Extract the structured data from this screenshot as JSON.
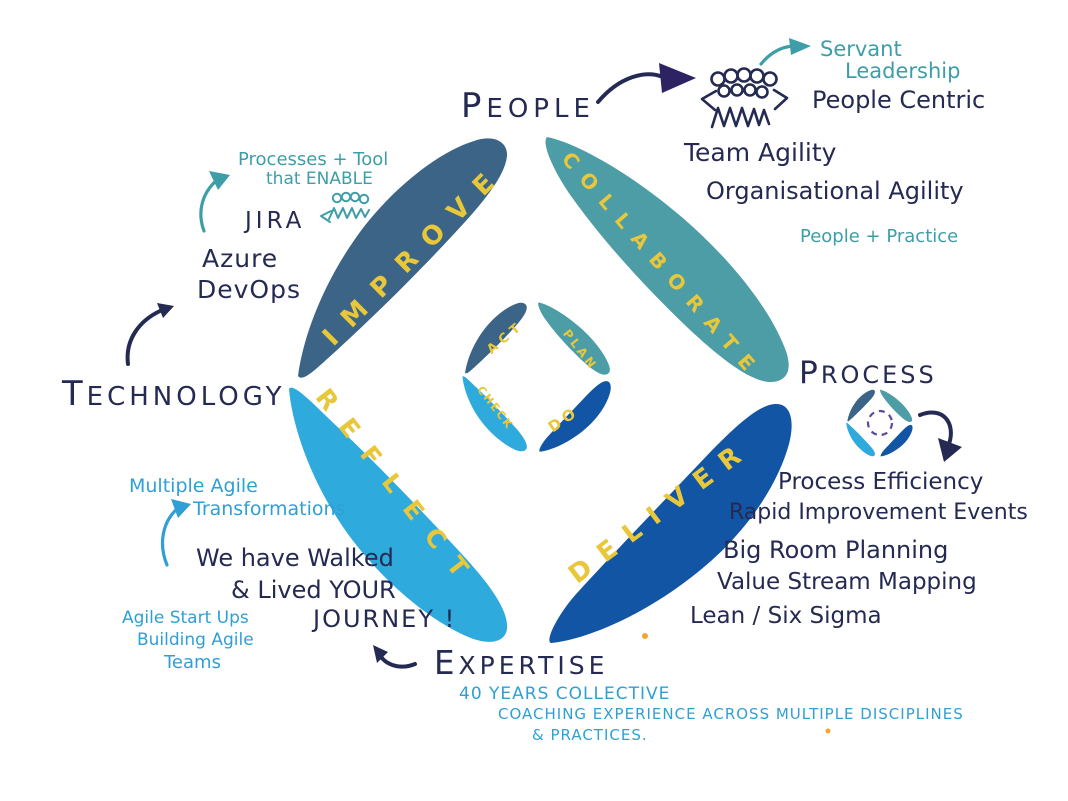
{
  "palette": {
    "ink_navy": "#252a52",
    "ink_teal": "#3d9ea8",
    "ink_light_blue": "#2f9fd6",
    "label_yellow": "#e9c73a",
    "petal_steel_blue": "#3b6486",
    "petal_teal": "#4d9da7",
    "petal_light_blue": "#2faadd",
    "petal_dark_blue": "#1155a4",
    "dashed_purple": "#5c4b9e",
    "background": "#ffffff"
  },
  "petals": {
    "improve": "IMPROVE",
    "collaborate": "COLLABORATE",
    "reflect": "REFLECT",
    "deliver": "DELIVER"
  },
  "pdca": {
    "act": "ACT",
    "plan": "PLAN",
    "check": "CHECK",
    "do": "DO"
  },
  "people": {
    "heading": "PEOPLE",
    "servant_line1": "Servant",
    "servant_line2": "Leadership",
    "people_centric": "People Centric",
    "team_agility": "Team Agility",
    "organisational_agility": "Organisational Agility",
    "people_practice": "People + Practice"
  },
  "technology": {
    "heading": "TECHNOLOGY",
    "note_line1": "Processes + Tool",
    "note_line2": "that ENABLE",
    "tools": [
      "JIRA",
      "Azure",
      "DevOps"
    ]
  },
  "process": {
    "heading": "PROCESS",
    "items": [
      "Process Efficiency",
      "Rapid Improvement Events",
      "Big Room Planning",
      "Value Stream Mapping",
      "Lean / Six Sigma"
    ]
  },
  "reflect_notes": {
    "transformations_line1": "Multiple Agile",
    "transformations_line2": "Transformations",
    "walked_line1": "We have Walked",
    "walked_line2": "& Lived YOUR",
    "walked_line3": "JOURNEY !",
    "startups_line1": "Agile Start Ups",
    "startups_line2": "Building Agile",
    "startups_line3": "Teams"
  },
  "expertise": {
    "heading": "EXPERTISE",
    "lines": [
      "40 YEARS COLLECTIVE",
      "COACHING EXPERIENCE ACROSS MULTIPLE DISCIPLINES",
      "& PRACTICES."
    ]
  }
}
